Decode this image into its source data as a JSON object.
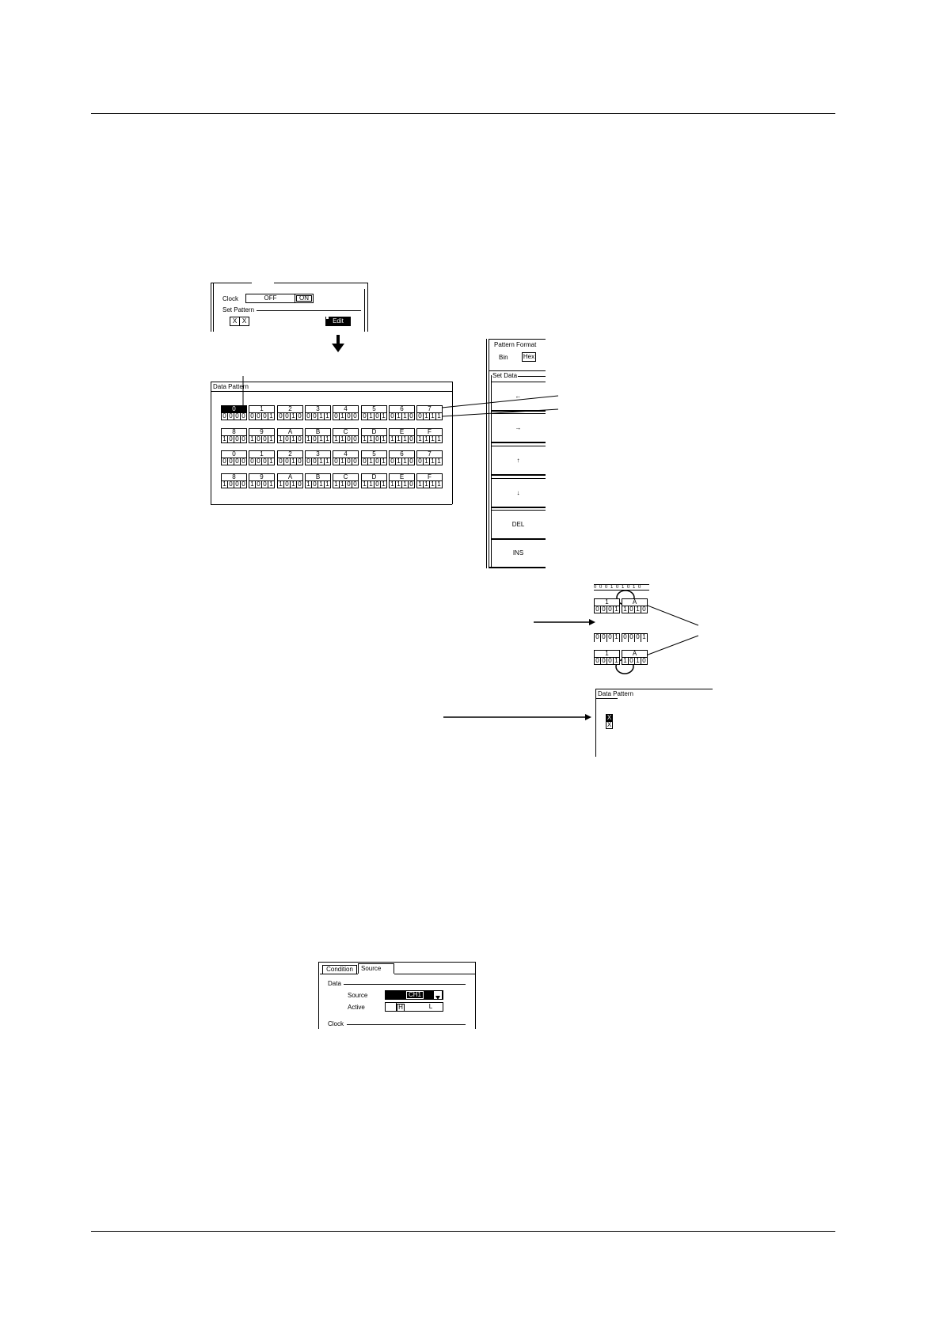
{
  "settings_dialog": {
    "clock_label": "Clock",
    "clock_options": [
      "OFF",
      "ON"
    ],
    "clock_selected": "ON",
    "set_pattern_label": "Set Pattern",
    "pattern_values": [
      "X",
      "X"
    ],
    "edit_label": "Edit"
  },
  "data_pattern": {
    "title": "Data Pattern",
    "selected_index": 0,
    "cells": [
      {
        "hex": "0",
        "bits": [
          "0",
          "0",
          "0",
          "0"
        ]
      },
      {
        "hex": "1",
        "bits": [
          "0",
          "0",
          "0",
          "1"
        ]
      },
      {
        "hex": "2",
        "bits": [
          "0",
          "0",
          "1",
          "0"
        ]
      },
      {
        "hex": "3",
        "bits": [
          "0",
          "0",
          "1",
          "1"
        ]
      },
      {
        "hex": "4",
        "bits": [
          "0",
          "1",
          "0",
          "0"
        ]
      },
      {
        "hex": "5",
        "bits": [
          "0",
          "1",
          "0",
          "1"
        ]
      },
      {
        "hex": "6",
        "bits": [
          "0",
          "1",
          "1",
          "0"
        ]
      },
      {
        "hex": "7",
        "bits": [
          "0",
          "1",
          "1",
          "1"
        ]
      },
      {
        "hex": "8",
        "bits": [
          "1",
          "0",
          "0",
          "0"
        ]
      },
      {
        "hex": "9",
        "bits": [
          "1",
          "0",
          "0",
          "1"
        ]
      },
      {
        "hex": "A",
        "bits": [
          "1",
          "0",
          "1",
          "0"
        ]
      },
      {
        "hex": "B",
        "bits": [
          "1",
          "0",
          "1",
          "1"
        ]
      },
      {
        "hex": "C",
        "bits": [
          "1",
          "1",
          "0",
          "0"
        ]
      },
      {
        "hex": "D",
        "bits": [
          "1",
          "1",
          "0",
          "1"
        ]
      },
      {
        "hex": "E",
        "bits": [
          "1",
          "1",
          "1",
          "0"
        ]
      },
      {
        "hex": "F",
        "bits": [
          "1",
          "1",
          "1",
          "1"
        ]
      },
      {
        "hex": "0",
        "bits": [
          "0",
          "0",
          "0",
          "0"
        ]
      },
      {
        "hex": "1",
        "bits": [
          "0",
          "0",
          "0",
          "1"
        ]
      },
      {
        "hex": "2",
        "bits": [
          "0",
          "0",
          "1",
          "0"
        ]
      },
      {
        "hex": "3",
        "bits": [
          "0",
          "0",
          "1",
          "1"
        ]
      },
      {
        "hex": "4",
        "bits": [
          "0",
          "1",
          "0",
          "0"
        ]
      },
      {
        "hex": "5",
        "bits": [
          "0",
          "1",
          "0",
          "1"
        ]
      },
      {
        "hex": "6",
        "bits": [
          "0",
          "1",
          "1",
          "0"
        ]
      },
      {
        "hex": "7",
        "bits": [
          "0",
          "1",
          "1",
          "1"
        ]
      },
      {
        "hex": "8",
        "bits": [
          "1",
          "0",
          "0",
          "0"
        ]
      },
      {
        "hex": "9",
        "bits": [
          "1",
          "0",
          "0",
          "1"
        ]
      },
      {
        "hex": "A",
        "bits": [
          "1",
          "0",
          "1",
          "0"
        ]
      },
      {
        "hex": "B",
        "bits": [
          "1",
          "0",
          "1",
          "1"
        ]
      },
      {
        "hex": "C",
        "bits": [
          "1",
          "1",
          "0",
          "0"
        ]
      },
      {
        "hex": "D",
        "bits": [
          "1",
          "1",
          "0",
          "1"
        ]
      },
      {
        "hex": "E",
        "bits": [
          "1",
          "1",
          "1",
          "0"
        ]
      },
      {
        "hex": "F",
        "bits": [
          "1",
          "1",
          "1",
          "1"
        ]
      }
    ]
  },
  "softkeys": {
    "pattern_format_label": "Pattern Format",
    "format_options": [
      "Bin",
      "Hex"
    ],
    "format_selected": "Hex",
    "set_data_label": "Set Data",
    "keys": [
      "←",
      "→",
      "↑",
      "↓",
      "DEL",
      "INS"
    ]
  },
  "detail_insert": {
    "before": [
      {
        "hex": "1",
        "bits": [
          "0",
          "0",
          "0",
          "1"
        ]
      },
      {
        "hex": "A",
        "bits": [
          "1",
          "0",
          "1",
          "0"
        ]
      }
    ],
    "middle_bits": [
      [
        "0",
        "0",
        "0",
        "1"
      ],
      [
        "0",
        "0",
        "0",
        "1"
      ]
    ],
    "after": [
      {
        "hex": "1",
        "bits": [
          "0",
          "0",
          "0",
          "1"
        ]
      },
      {
        "hex": "A",
        "bits": [
          "1",
          "0",
          "1",
          "0"
        ]
      }
    ]
  },
  "detail_cleared": {
    "title": "Data Pattern",
    "values": [
      "X",
      "X"
    ]
  },
  "source_dialog": {
    "tabs": [
      "Condition",
      "Source"
    ],
    "active_tab": "Source",
    "data_label": "Data",
    "source_label": "Source",
    "source_value": "CH1",
    "active_label": "Active",
    "active_options": [
      "H",
      "L"
    ],
    "active_selected": "H",
    "clock_label": "Clock"
  }
}
